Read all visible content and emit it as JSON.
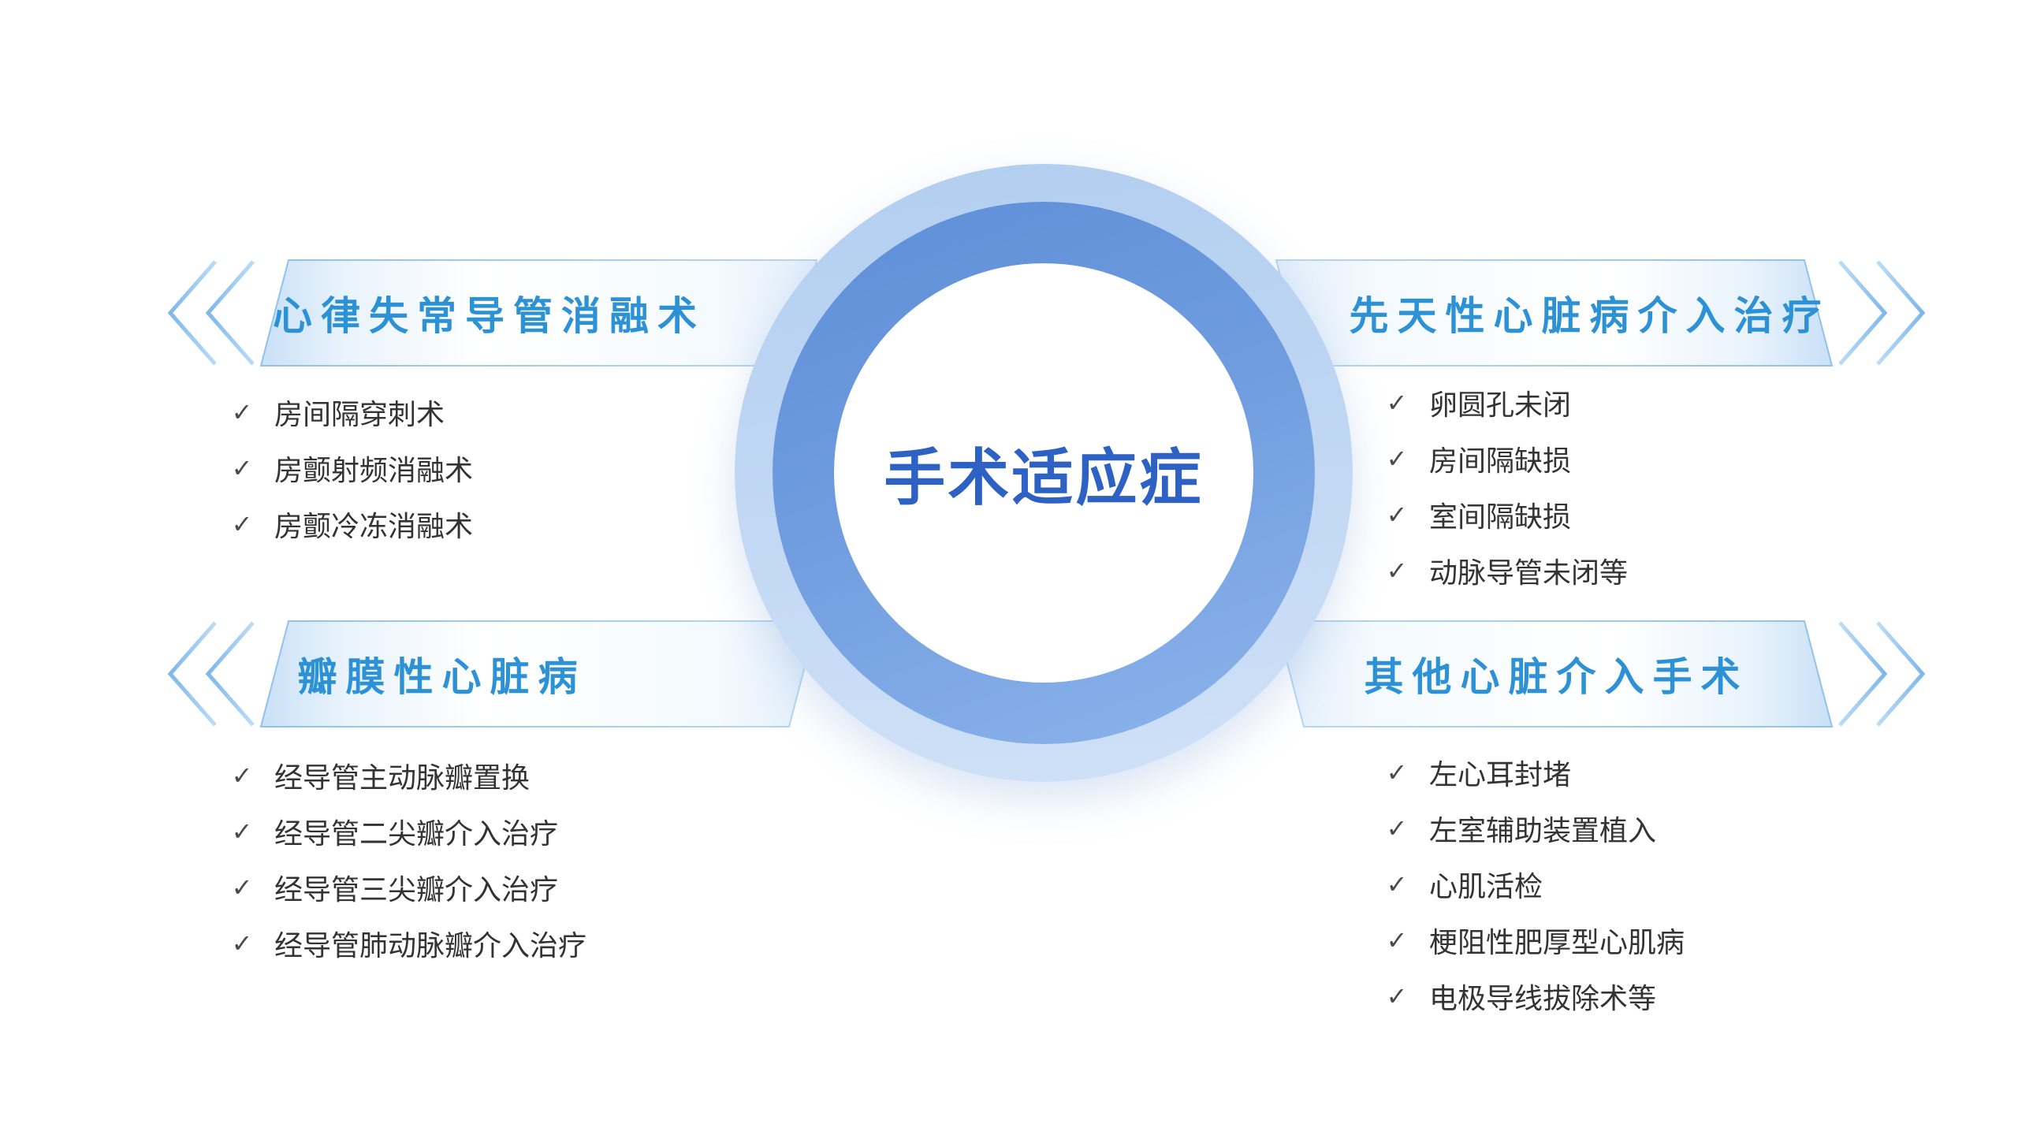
{
  "center": {
    "title": "手术适应症"
  },
  "check_glyph": "✓",
  "sections": [
    {
      "id": "arrhythmia-catheter-ablation",
      "title": "心律失常导管消融术",
      "items": [
        "房间隔穿刺术",
        "房颤射频消融术",
        "房颤冷冻消融术"
      ]
    },
    {
      "id": "congenital-heart-disease-intervention",
      "title": "先天性心脏病介入治疗",
      "items": [
        "卵圆孔未闭",
        "房间隔缺损",
        "室间隔缺损",
        "动脉导管未闭等"
      ]
    },
    {
      "id": "valvular-heart-disease",
      "title": "瓣膜性心脏病",
      "items": [
        "经导管主动脉瓣置换",
        "经导管二尖瓣介入治疗",
        "经导管三尖瓣介入治疗",
        "经导管肺动脉瓣介入治疗"
      ]
    },
    {
      "id": "other-cardiac-interventions",
      "title": "其他心脏介入手术",
      "items": [
        "左心耳封堵",
        "左室辅助装置植入",
        "心肌活检",
        "梗阻性肥厚型心肌病",
        "电极导线拔除术等"
      ]
    }
  ],
  "colors": {
    "section_title": "#2d92d5",
    "center_title": "#2d62c4",
    "item_text": "#333333",
    "check": "#4a4a4a"
  }
}
